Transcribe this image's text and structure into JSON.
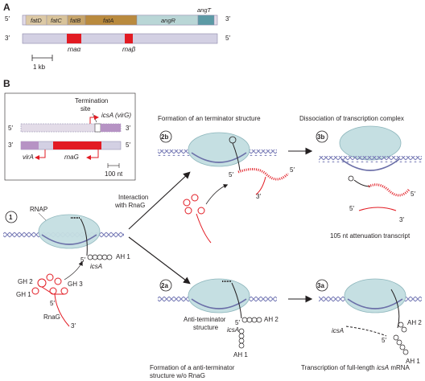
{
  "panelA": {
    "label": "A",
    "top_strand": {
      "five": "5′",
      "three": "3′"
    },
    "bottom_strand": {
      "three": "3′",
      "five": "5′"
    },
    "genes": [
      "fatD",
      "fatC",
      "fatB",
      "fatA",
      "angR",
      "angT"
    ],
    "rna_labels": [
      "rnaα",
      "rnaβ"
    ],
    "scale": "1 kb"
  },
  "panelB": {
    "label": "B",
    "inset": {
      "termination": "Termination\nsite",
      "termination_l1": "Termination",
      "termination_l2": "site",
      "icsA": "icsA (virG)",
      "virA": "virA",
      "rnaG": "rnaG",
      "scale": "100 nt",
      "five_top": "5′",
      "three_top": "3′",
      "three_bot": "3′",
      "five_bot": "5′"
    },
    "steps": {
      "s1": "1",
      "s2b": "2b",
      "s3b": "3b",
      "s2a": "2a",
      "s3a": "3a"
    },
    "labels": {
      "rnap": "RNAP",
      "gh2": "GH 2",
      "gh1": "GH 1",
      "gh3": "GH 3",
      "rnag": "RnaG",
      "icsa": "icsA",
      "ah1": "AH 1",
      "ah2": "AH 2",
      "interaction_l1": "Interaction",
      "interaction_l2": "with RnaG",
      "terminator_caption": "Formation of an terminator structure",
      "dissociation_caption": "Dissociation of transcription complex",
      "attenuation_caption": "105 nt attenuation transcript",
      "antiterm_l1": "Anti-terminator",
      "antiterm_l2": "structure",
      "form_anti_l1": "Formation of a anti-terminator",
      "form_anti_l2": "structure w/o RnaG",
      "full_prefix": "Transcription of full-length ",
      "full_gene": "icsA",
      "full_suffix": " mRNA",
      "five": "5′",
      "three": "3′"
    }
  },
  "colors": {
    "strand_top": "#e3dce8",
    "strand_bottom": "#d3d0e3",
    "fat_light": "#d8c39a",
    "fat_dark": "#b98a3e",
    "angR": "#b9d6d6",
    "angT": "#5c9aa5",
    "rna_red": "#e21b23",
    "virA_purple": "#b693c4",
    "rnap": "#c5dfe2",
    "dna_blue": "#6b6fa8"
  }
}
